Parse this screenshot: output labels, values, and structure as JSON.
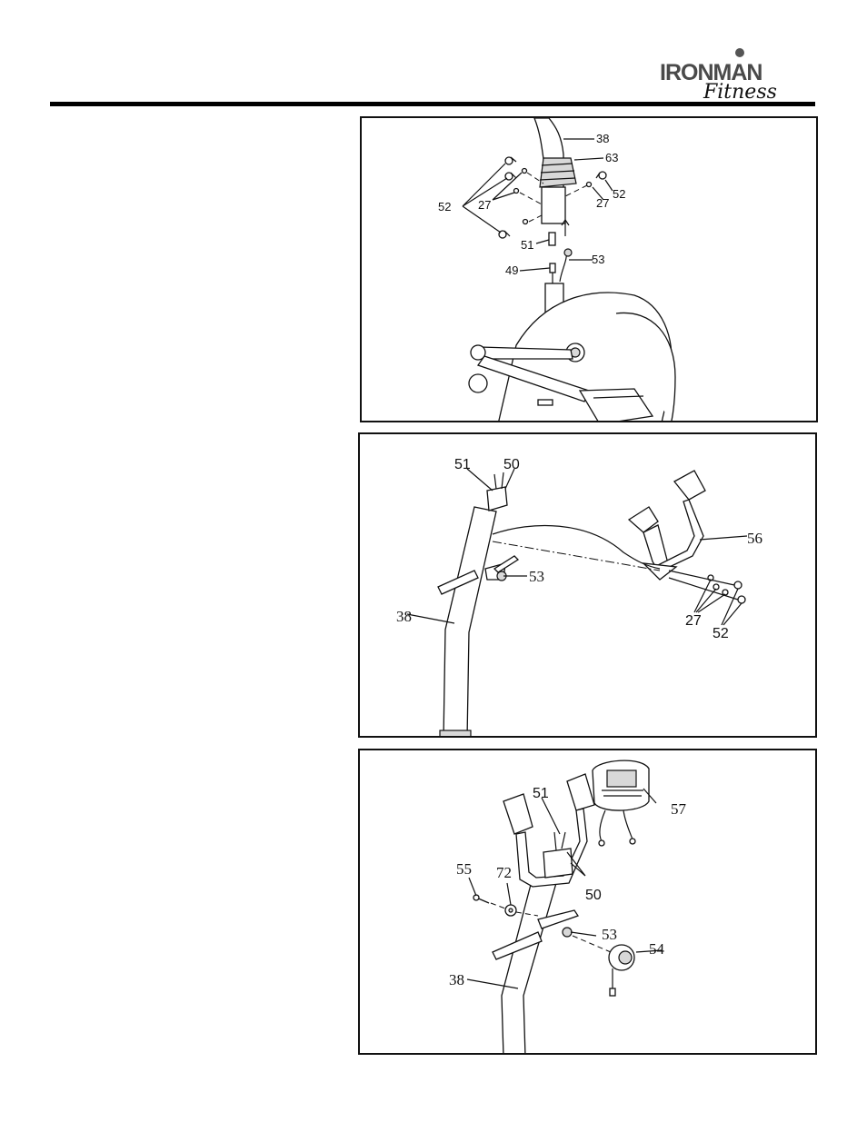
{
  "header": {
    "brand": "IRONMAN",
    "brand_sub": "Fitness"
  },
  "figure1": {
    "labels": {
      "p38": "38",
      "p63": "63",
      "p52a": "52",
      "p52b": "52",
      "p27a": "27",
      "p27b": "27",
      "p51": "51",
      "p53": "53",
      "p49": "49"
    }
  },
  "figure2": {
    "labels": {
      "p51": "51",
      "p50": "50",
      "p56": "56",
      "p53": "53",
      "p38": "38",
      "p27": "27",
      "p52": "52"
    }
  },
  "figure3": {
    "labels": {
      "p51": "51",
      "p57": "57",
      "p55": "55",
      "p72": "72",
      "p50": "50",
      "p53": "53",
      "p54": "54",
      "p38": "38"
    }
  }
}
